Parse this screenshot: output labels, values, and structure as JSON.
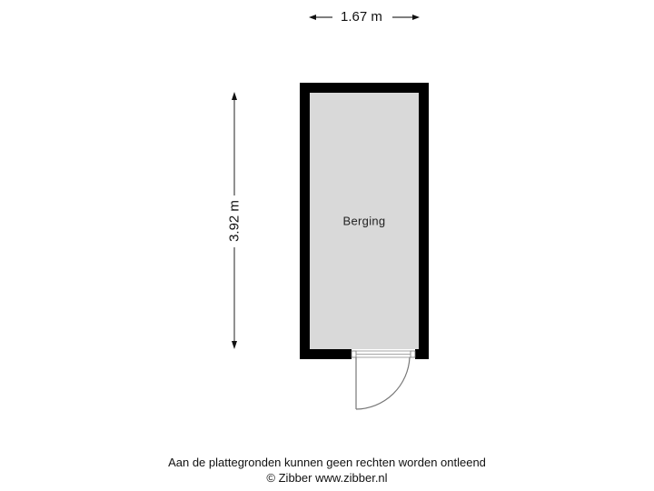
{
  "dimensions": {
    "width_label": "1.67 m",
    "height_label": "3.92 m"
  },
  "rooms": [
    {
      "name": "Berging"
    }
  ],
  "footer": {
    "disclaimer": "Aan de plattegronden kunnen geen rechten worden ontleend",
    "copyright": "© Zibber www.zibber.nl"
  },
  "colors": {
    "wall": "#000000",
    "floor": "#d9d9d9",
    "dimension_line": "#555555",
    "door_line": "#777777",
    "background": "#ffffff"
  }
}
